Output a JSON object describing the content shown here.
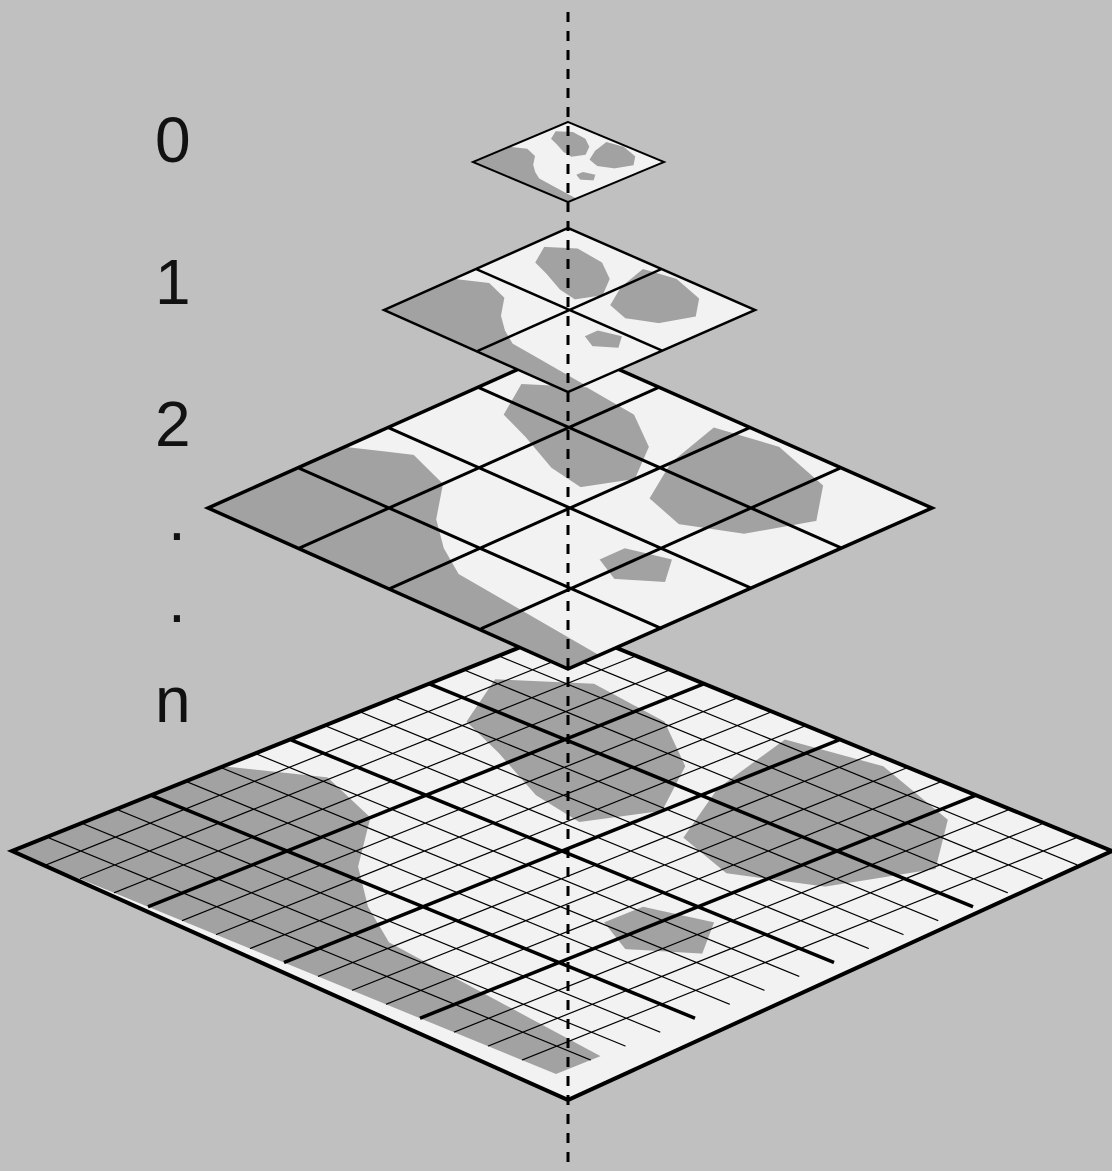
{
  "diagram": {
    "background_color": "#c0c0c0",
    "tile_fill_color": "#f2f2f2",
    "land_color": "#a2a2a2",
    "line_color": "#000000",
    "levels": [
      {
        "label": "0",
        "tiles_per_side": 1,
        "subgrid_per_tile": 1
      },
      {
        "label": "1",
        "tiles_per_side": 2,
        "subgrid_per_tile": 1
      },
      {
        "label": "2",
        "tiles_per_side": 4,
        "subgrid_per_tile": 1
      },
      {
        "label": "n",
        "tiles_per_side": 4,
        "subgrid_per_tile": 4
      }
    ],
    "ellipsis": [
      ".",
      "."
    ]
  }
}
